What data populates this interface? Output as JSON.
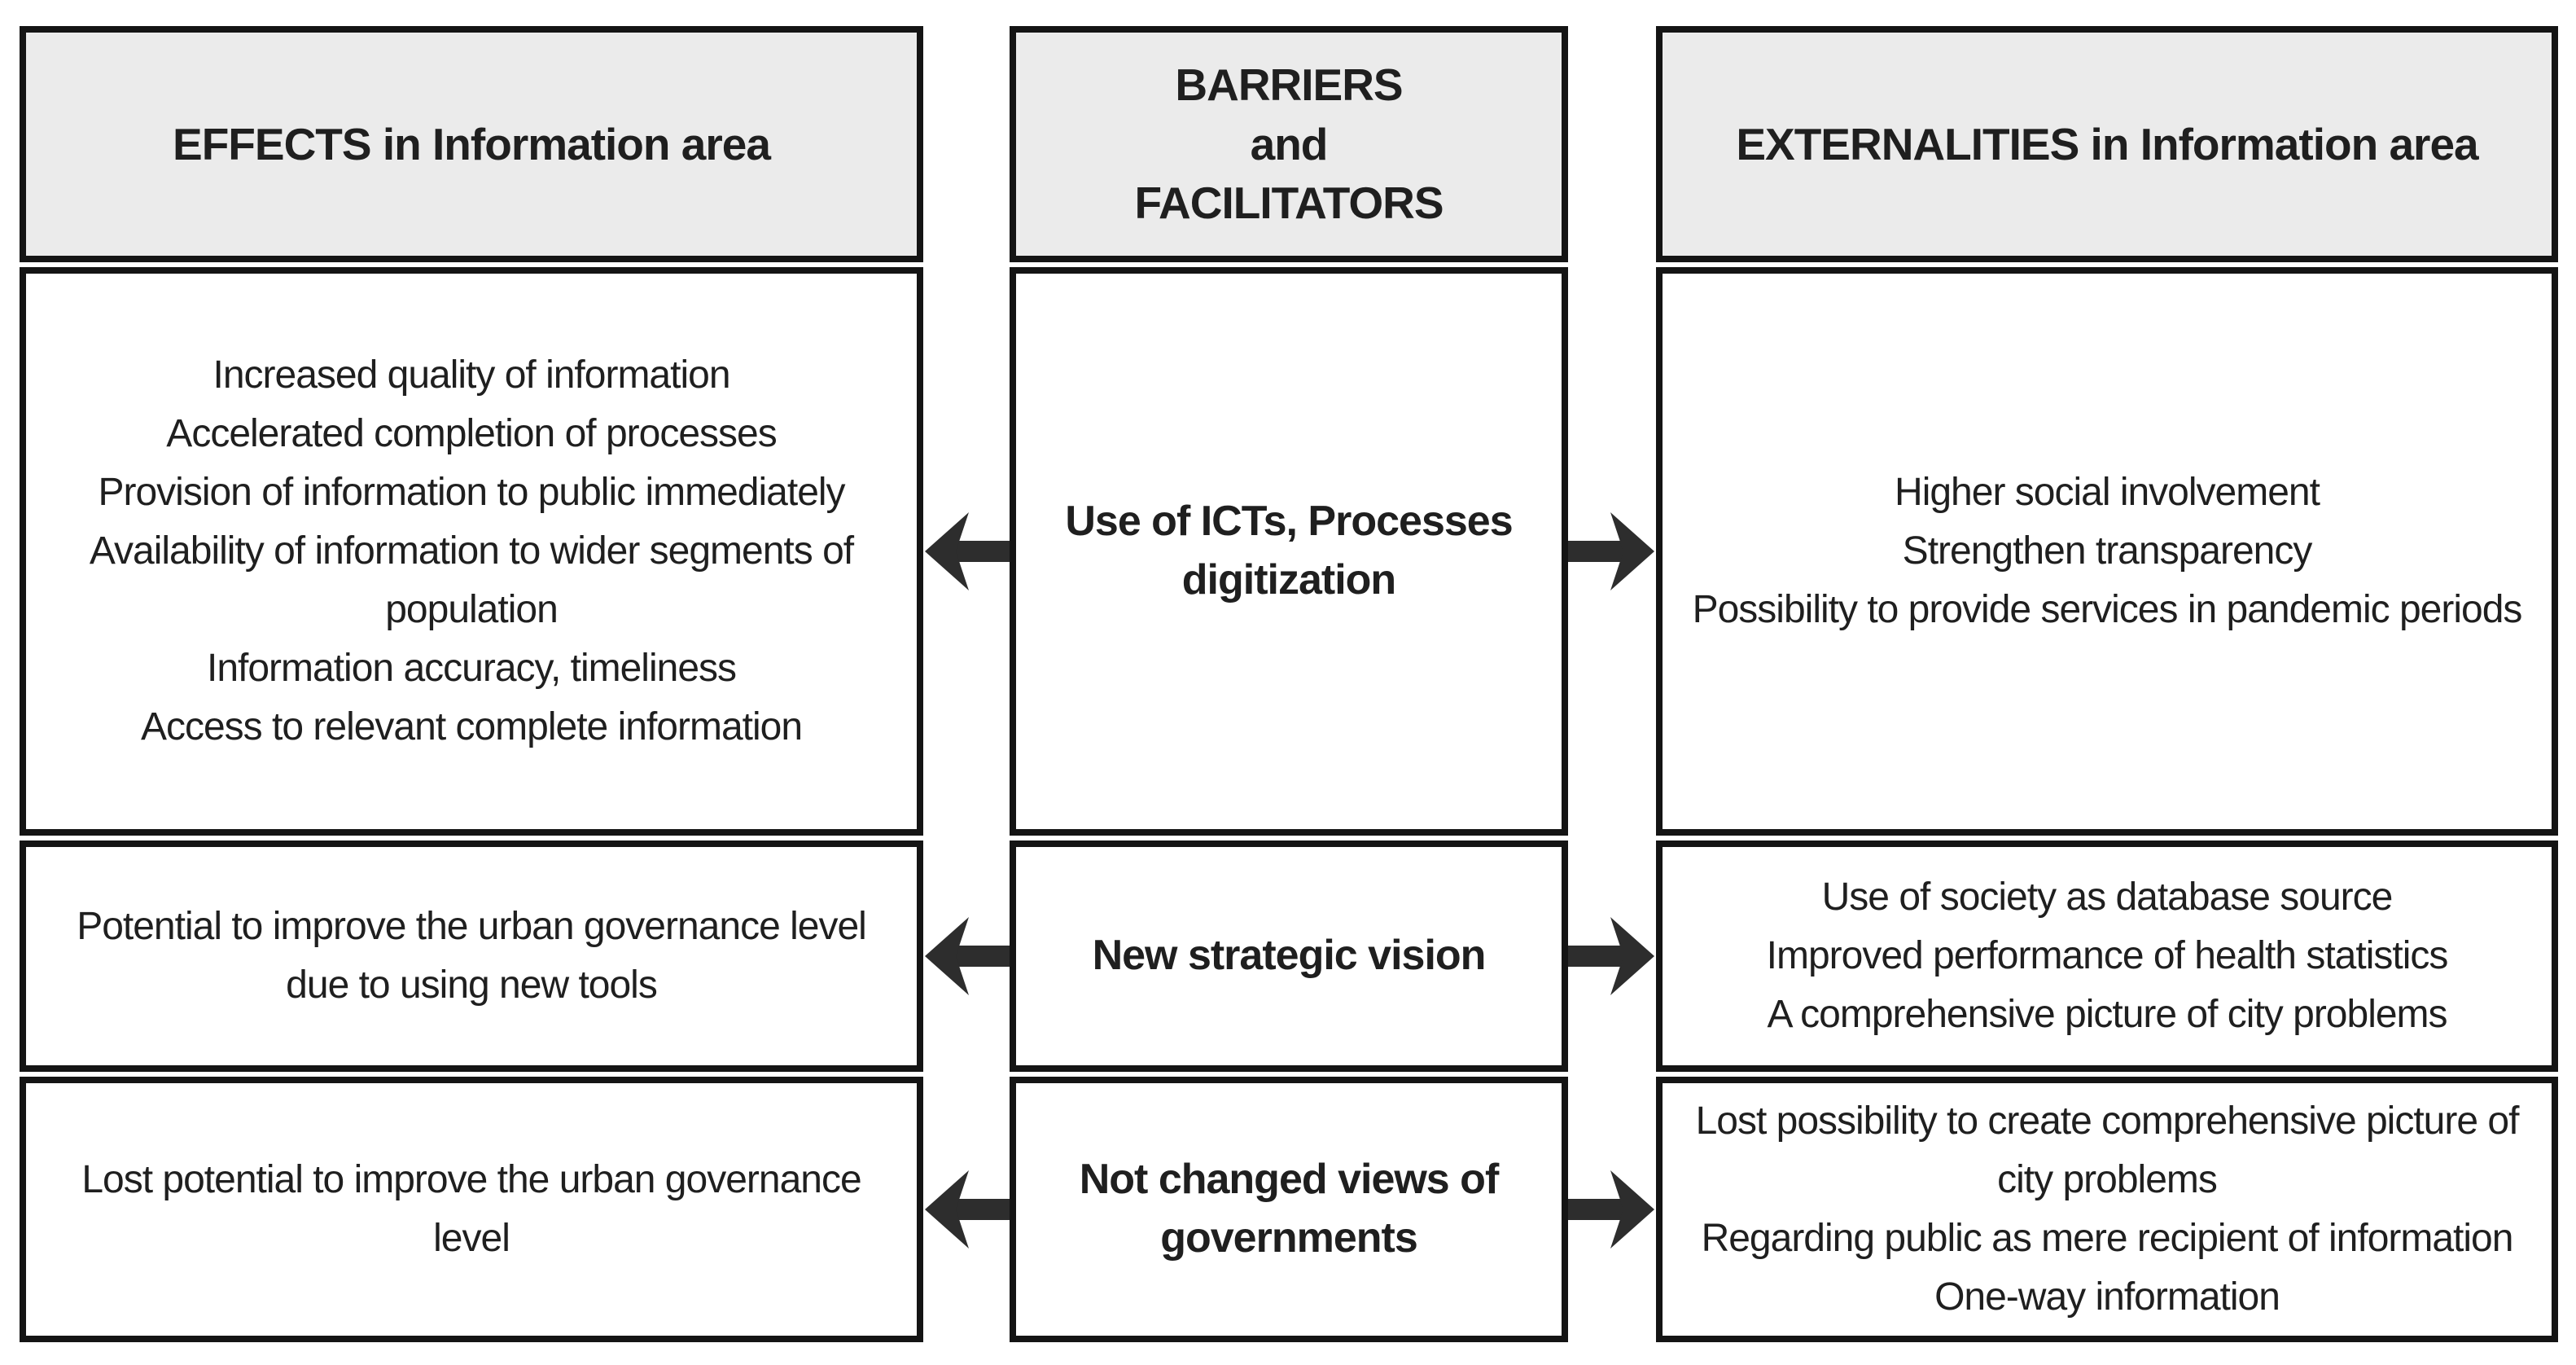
{
  "diagram": {
    "headers": {
      "left": "EFFECTS in Information area",
      "middle_lines": [
        "BARRIERS",
        "and",
        "FACILITATORS"
      ],
      "right": "EXTERNALITIES in Information area"
    },
    "rows": [
      {
        "effects": [
          "Increased quality of information",
          "Accelerated completion of processes",
          "Provision of information to public immediately",
          "Availability of information to wider segments of population",
          "Information accuracy, timeliness",
          "Access to relevant complete information"
        ],
        "barrier": "Use of ICTs, Processes digitization",
        "externalities": [
          "Higher social involvement",
          "Strengthen transparency",
          "Possibility to provide services in pandemic periods"
        ]
      },
      {
        "effects": [
          "Potential to improve the urban governance level due to using new tools"
        ],
        "barrier": "New strategic vision",
        "externalities": [
          "Use of society as database source",
          "Improved performance of health statistics",
          "A comprehensive picture of city problems"
        ]
      },
      {
        "effects": [
          "Lost potential to improve the urban governance level"
        ],
        "barrier": "Not changed views of governments",
        "externalities": [
          "Lost possibility to create comprehensive picture of city problems",
          "Regarding public as mere recipient of information One-way information"
        ]
      }
    ],
    "colors": {
      "header_bg": "#ebebeb",
      "border": "#141414",
      "arrow": "#2d2d2d",
      "text": "#1f1f1f"
    }
  }
}
